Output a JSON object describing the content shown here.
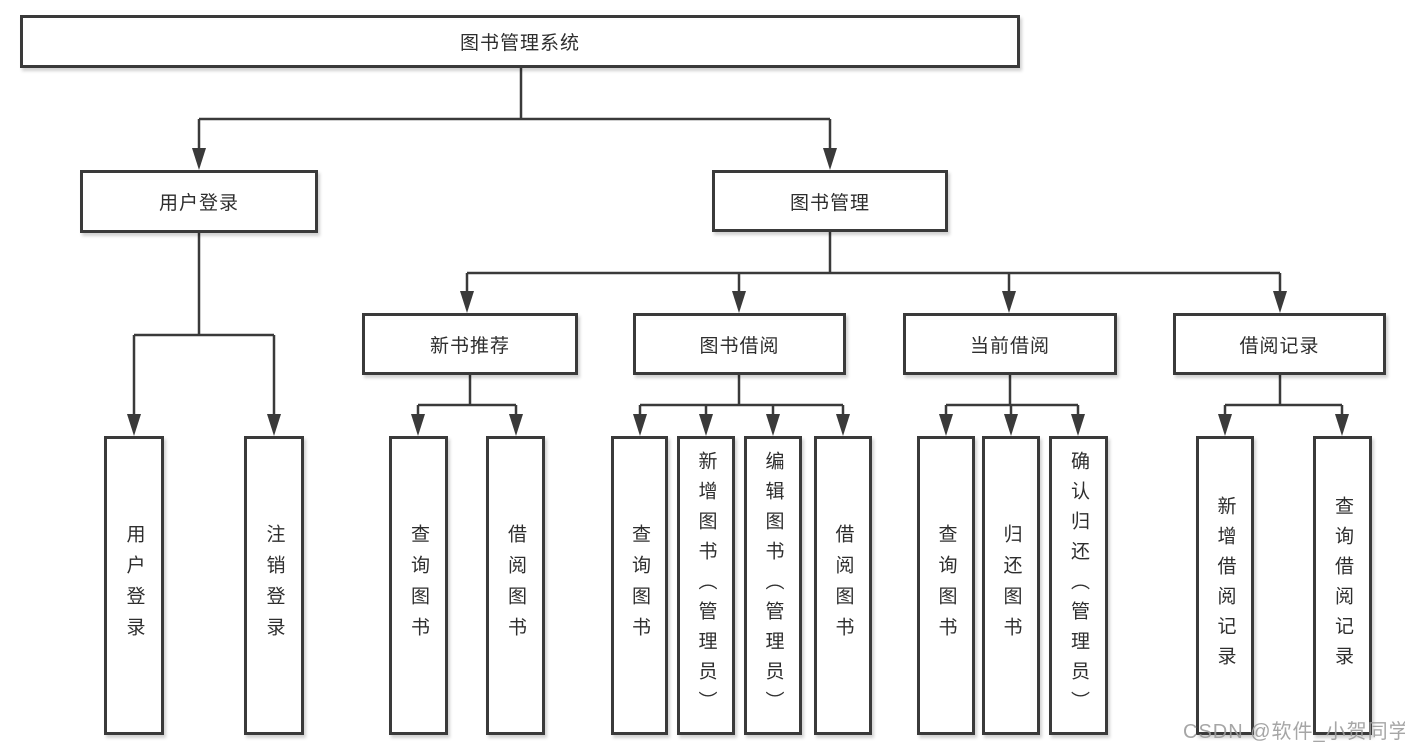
{
  "diagram": {
    "type": "hierarchy",
    "colors": {
      "line": "#3a3a3a",
      "border": "#3a3a3a",
      "text": "#2e2e2e",
      "background": "#ffffff",
      "watermark": "#9d9d9d"
    },
    "tree": {
      "label": "图书管理系统",
      "children": [
        {
          "label": "用户登录",
          "children": [
            {
              "label": "用户登录"
            },
            {
              "label": "注销登录"
            }
          ]
        },
        {
          "label": "图书管理",
          "children": [
            {
              "label": "新书推荐",
              "children": [
                {
                  "label": "查询图书"
                },
                {
                  "label": "借阅图书"
                }
              ]
            },
            {
              "label": "图书借阅",
              "children": [
                {
                  "label": "查询图书"
                },
                {
                  "label": "新增图书（管理员）"
                },
                {
                  "label": "编辑图书（管理员）"
                },
                {
                  "label": "借阅图书"
                }
              ]
            },
            {
              "label": "当前借阅",
              "children": [
                {
                  "label": "查询图书"
                },
                {
                  "label": "归还图书"
                },
                {
                  "label": "确认归还（管理员）"
                }
              ]
            },
            {
              "label": "借阅记录",
              "children": [
                {
                  "label": "新增借阅记录"
                },
                {
                  "label": "查询借阅记录"
                }
              ]
            }
          ]
        }
      ]
    }
  },
  "watermark": {
    "text": "CSDN @软件_小贺同学"
  }
}
